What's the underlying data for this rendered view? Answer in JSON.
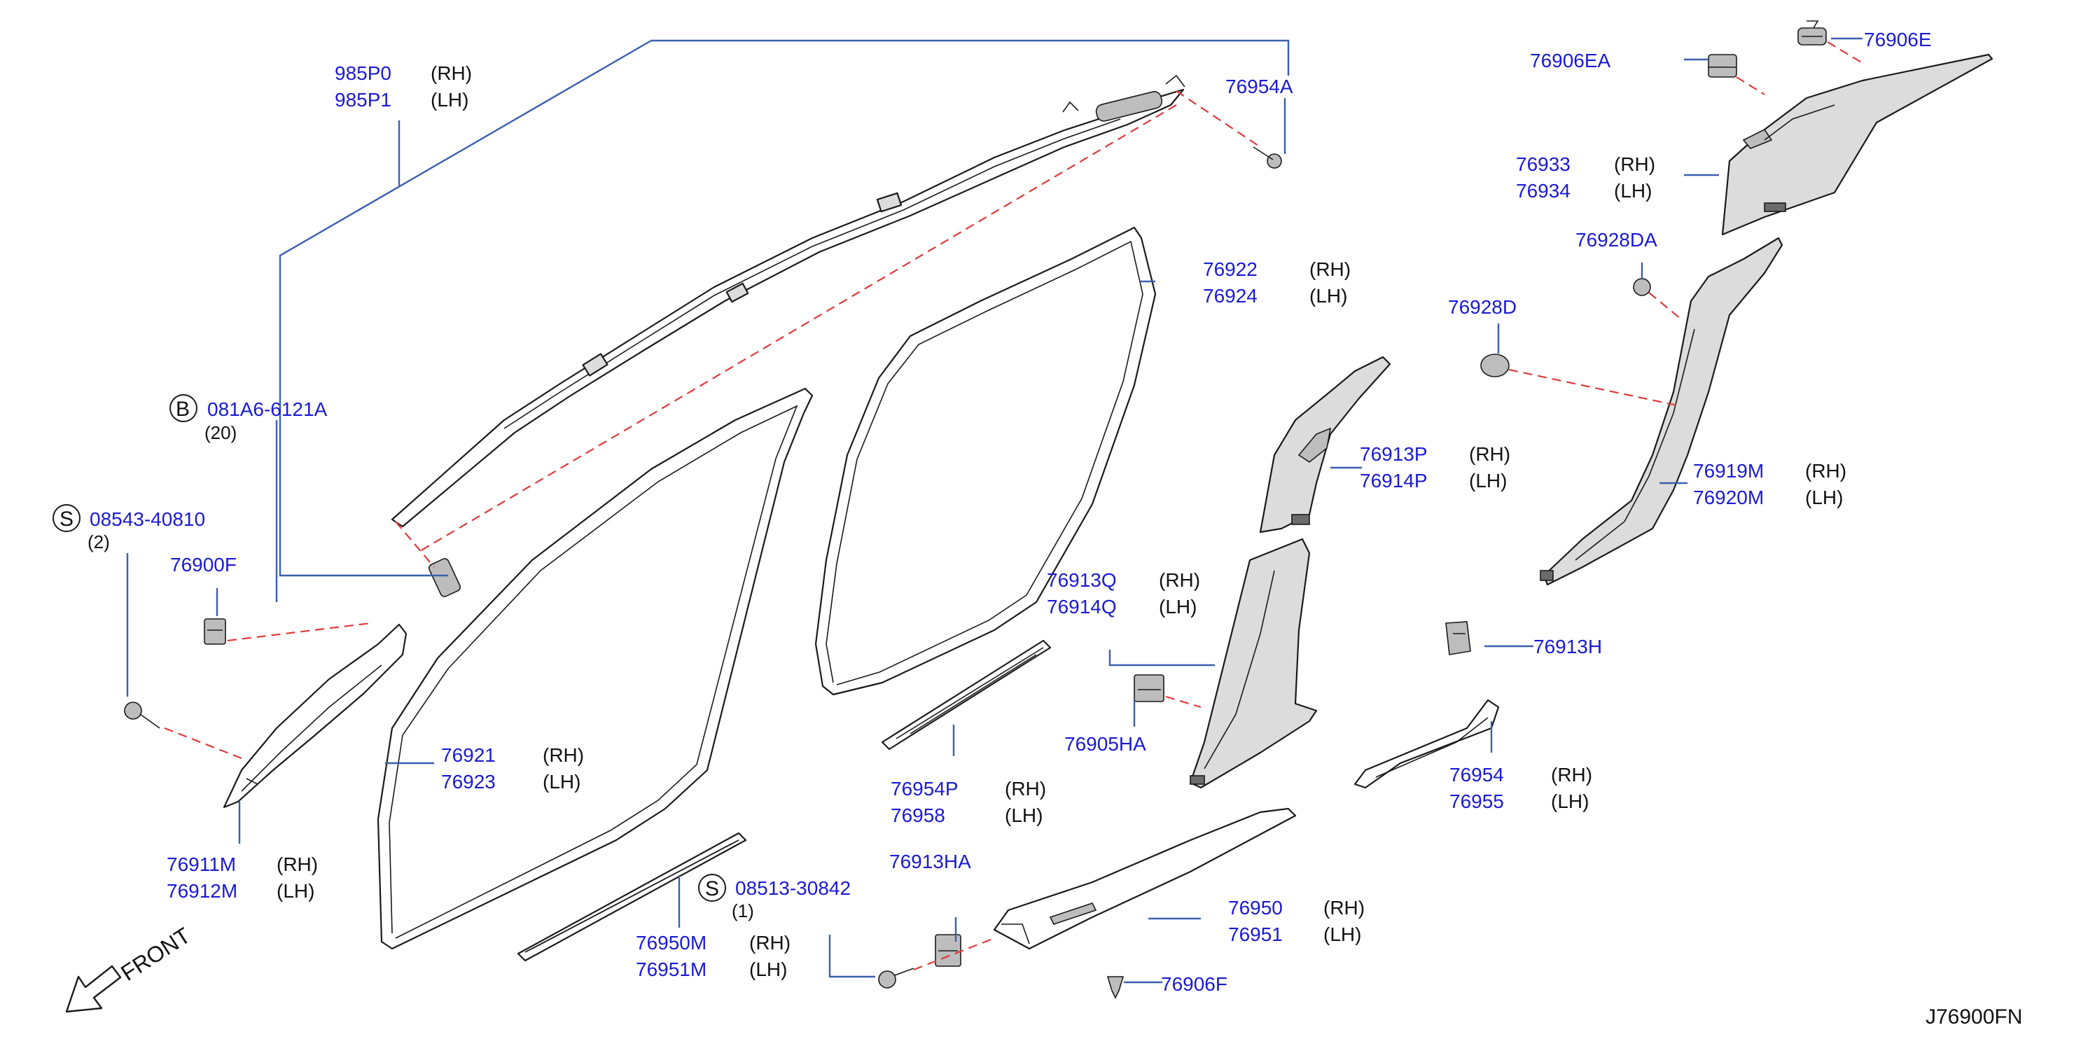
{
  "diagram_code": "J76900FN",
  "front_label": "FRONT",
  "callouts": {
    "p985": {
      "num1": "985P0",
      "side1": "(RH)",
      "num2": "985P1",
      "side2": "(LH)"
    },
    "p76954A": {
      "num": "76954A"
    },
    "bolt_b": {
      "symbol": "B",
      "num": "081A6-6121A",
      "qty": "(20)"
    },
    "screw_s1": {
      "symbol": "S",
      "num": "08543-40810",
      "qty": "(2)"
    },
    "p76900F": {
      "num": "76900F"
    },
    "p76911": {
      "num1": "76911M",
      "side1": "(RH)",
      "num2": "76912M",
      "side2": "(LH)"
    },
    "p76921": {
      "num1": "76921",
      "side1": "(RH)",
      "num2": "76923",
      "side2": "(LH)"
    },
    "p76950M": {
      "num1": "76950M",
      "side1": "(RH)",
      "num2": "76951M",
      "side2": "(LH)"
    },
    "screw_s2": {
      "symbol": "S",
      "num": "08513-30842",
      "qty": "(1)"
    },
    "p76922": {
      "num1": "76922",
      "side1": "(RH)",
      "num2": "76924",
      "side2": "(LH)"
    },
    "p76954P": {
      "num1": "76954P",
      "side1": "(RH)",
      "num2": "76958",
      "side2": "(LH)"
    },
    "p76913HA": {
      "num": "76913HA"
    },
    "p76906F": {
      "num": "76906F"
    },
    "p76950": {
      "num1": "76950",
      "side1": "(RH)",
      "num2": "76951",
      "side2": "(LH)"
    },
    "p76913P": {
      "num1": "76913P",
      "side1": "(RH)",
      "num2": "76914P",
      "side2": "(LH)"
    },
    "p76913Q": {
      "num1": "76913Q",
      "side1": "(RH)",
      "num2": "76914Q",
      "side2": "(LH)"
    },
    "p76905HA": {
      "num": "76905HA"
    },
    "p76913H": {
      "num": "76913H"
    },
    "p76954": {
      "num1": "76954",
      "side1": "(RH)",
      "num2": "76955",
      "side2": "(LH)"
    },
    "p76906EA": {
      "num": "76906EA"
    },
    "p76906E": {
      "num": "76906E"
    },
    "p76933": {
      "num1": "76933",
      "side1": "(RH)",
      "num2": "76934",
      "side2": "(LH)"
    },
    "p76928DA": {
      "num": "76928DA"
    },
    "p76928D": {
      "num": "76928D"
    },
    "p76919M": {
      "num1": "76919M",
      "side1": "(RH)",
      "num2": "76920M",
      "side2": "(LH)"
    }
  }
}
